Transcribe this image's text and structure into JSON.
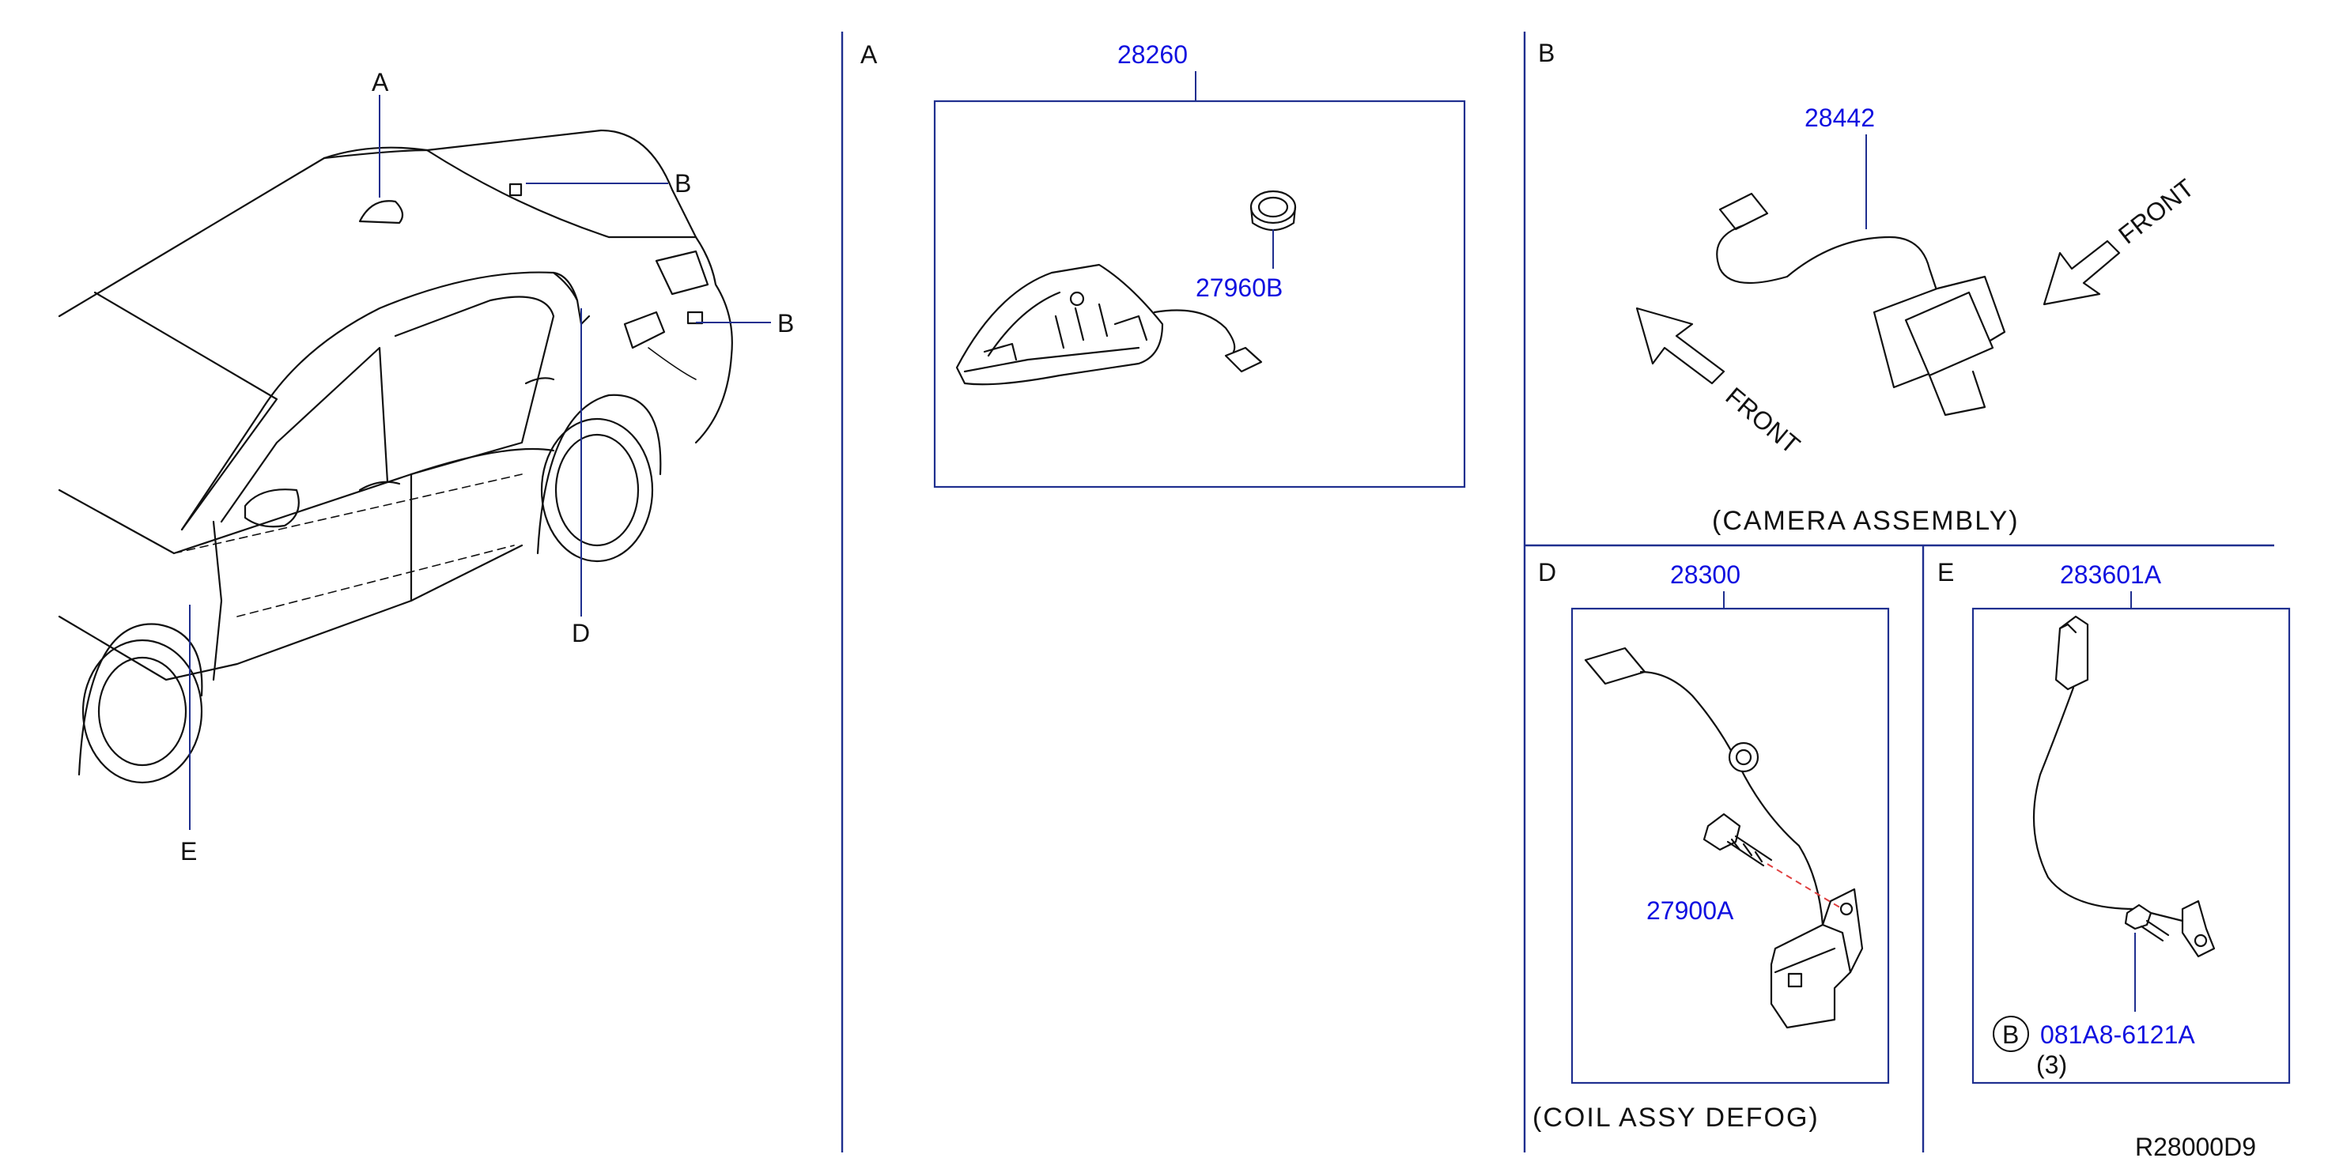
{
  "callouts": {
    "vehicle": [
      "A",
      "B",
      "B",
      "D",
      "E"
    ]
  },
  "sections": {
    "a": {
      "letter": "A",
      "part_main": "28260",
      "part_sub": "27960B"
    },
    "b": {
      "letter": "B",
      "part_main": "28442",
      "front_labels": [
        "FRONT",
        "FRONT"
      ],
      "caption": "(CAMERA   ASSEMBLY)"
    },
    "d": {
      "letter": "D",
      "part_main": "28300",
      "part_bolt": "27900A",
      "caption": "(COIL   ASSY   DEFOG)"
    },
    "e": {
      "letter": "E",
      "part_main": "283601A",
      "bolt_symbol": "B",
      "part_bolt": "081A8-6121A",
      "qty": "(3)"
    }
  },
  "diagram_code": "R28000D9"
}
